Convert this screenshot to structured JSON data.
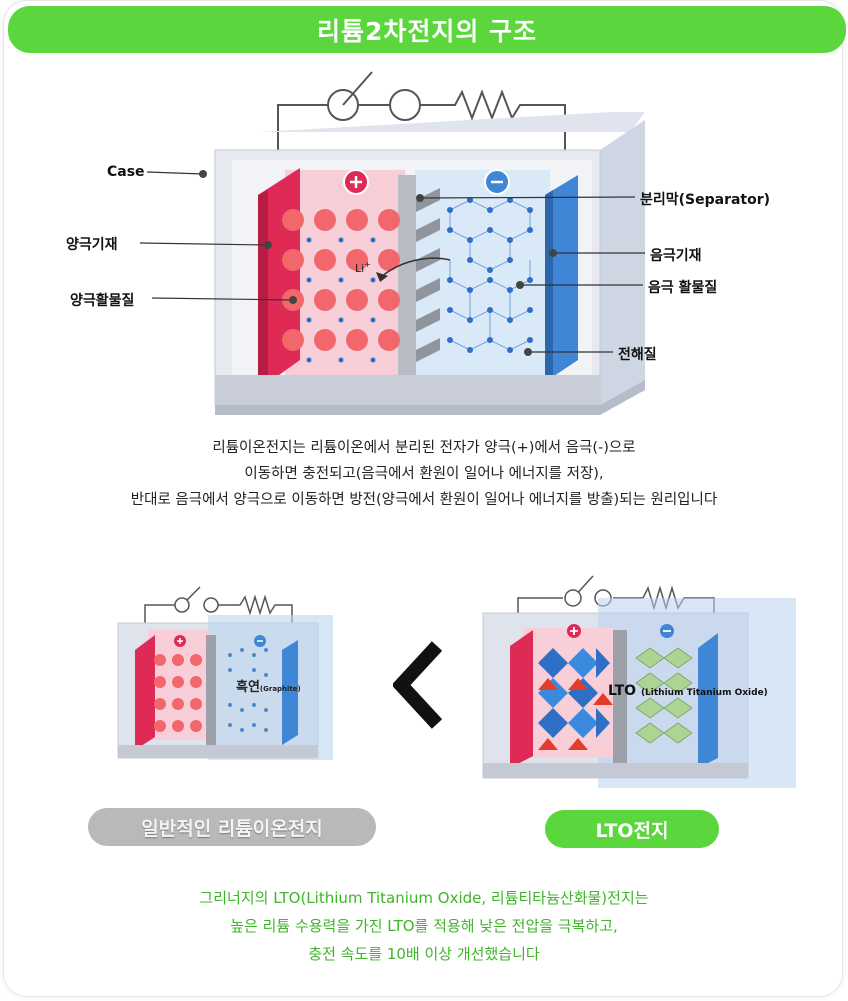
{
  "title": "리튬2차전지의 구조",
  "diagram": {
    "labels": {
      "case": "Case",
      "cathode_substrate": "양극기재",
      "cathode_active": "양극활물질",
      "separator": "분리막(Separator)",
      "anode_substrate": "음극기재",
      "anode_active": "음극 활물질",
      "electrolyte": "전해질",
      "li_ion": "Li"
    }
  },
  "description": [
    "리튬이온전지는 리튬이온에서 분리된 전자가 양극(+)에서 음극(-)으로",
    "이동하면 충전되고(음극에서 환원이 일어나 에너지를 저장),",
    "반대로 음극에서 양극으로 이동하면 방전(양극에서 환원이 일어나 에너지를 방출)되는 원리입니다"
  ],
  "comparison": {
    "left": {
      "anode_label_main": "흑연",
      "anode_label_sub": "(Graphite)",
      "pill": "일반적인 리튬이온전지"
    },
    "right": {
      "anode_label_main": "LTO",
      "anode_label_sub": "(Lithium Titanium Oxide)",
      "pill": "LTO전지"
    },
    "arrow": "<"
  },
  "footer": [
    "그리너지의 LTO(Lithium Titanium Oxide, 리튬티타늄산화물)전지는",
    "높은 리튬 수용력을 가진 LTO를 적용해 낮은 전압을 극복하고,",
    "충전 속도를 10배 이상 개선했습니다"
  ],
  "colors": {
    "accent_green": "#5bd63d",
    "cathode": "#e8305a",
    "anode": "#3f86d6",
    "case": "#c9cfdc"
  }
}
